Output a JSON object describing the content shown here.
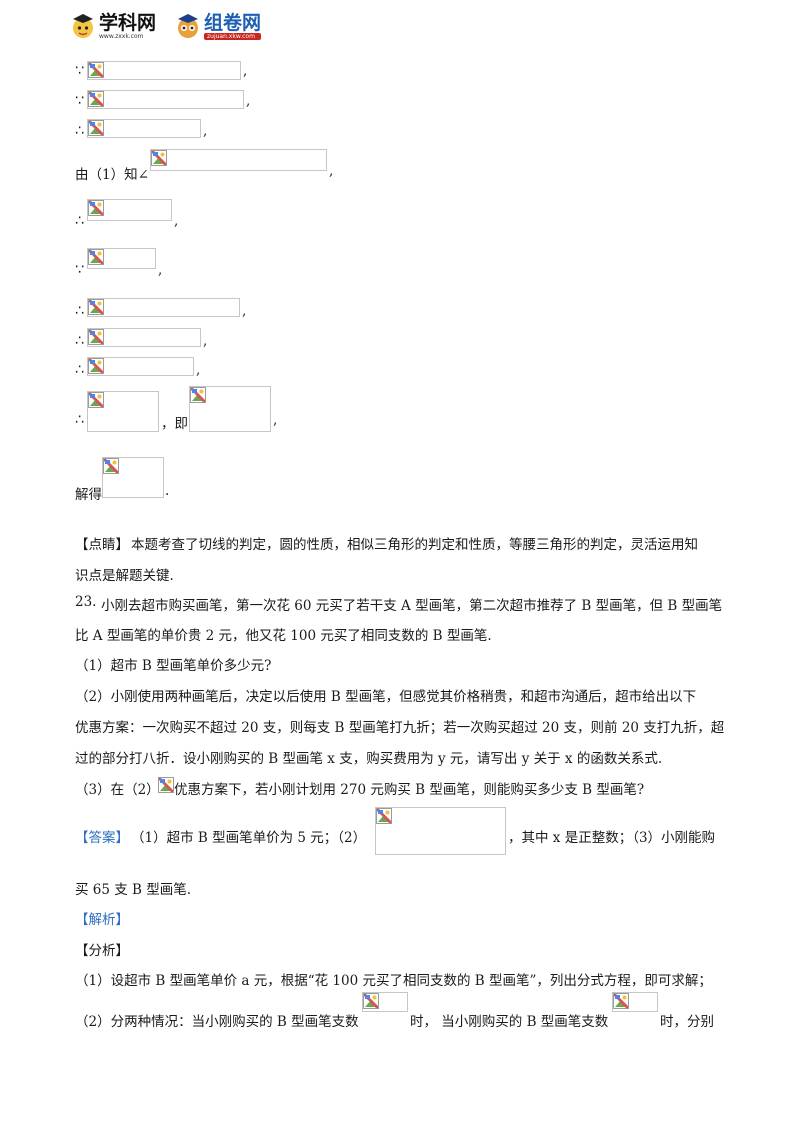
{
  "header": {
    "logo_left": {
      "main": "学科网",
      "sub": "www.zxxk.com"
    },
    "logo_right": {
      "main": "组卷网",
      "sub": "zujuan.xkw.com"
    }
  },
  "proof_lines": [
    {
      "symbol": "∵",
      "suffix": ","
    },
    {
      "symbol": "∵",
      "suffix": ","
    },
    {
      "symbol": "∴",
      "suffix": ","
    },
    {
      "prefix": "由（1）知∠",
      "suffix": ","
    },
    {
      "symbol": "∴",
      "suffix": ","
    },
    {
      "symbol": "∵",
      "suffix": ","
    },
    {
      "symbol": "∴",
      "suffix": ","
    },
    {
      "symbol": "∴",
      "suffix": ","
    },
    {
      "symbol": "∴",
      "suffix": ","
    },
    {
      "symbol": "∴",
      "middle": "，即",
      "suffix": ","
    },
    {
      "prefix": "解得",
      "suffix": "."
    }
  ],
  "comment": {
    "label": "【点睛】",
    "line1": "本题考查了切线的判定，圆的性质，相似三角形的判定和性质，等腰三角形的判定，灵活运用知",
    "line2": "识点是解题关键."
  },
  "question": {
    "number": "23.",
    "line1": "小刚去超市购买画笔，第一次花 60 元买了若干支 A 型画笔，第二次超市推荐了 B 型画笔，但 B 型画笔",
    "line2": "比 A 型画笔的单价贵 2 元，他又花 100 元买了相同支数的 B 型画笔.",
    "part1": "（1）超市 B 型画笔单价多少元?",
    "part2_line1": "（2）小刚使用两种画笔后，决定以后使用 B 型画笔，但感觉其价格稍贵，和超市沟通后，超市给出以下",
    "part2_line2": "优惠方案：一次购买不超过 20 支，则每支 B 型画笔打九折；若一次购买超过 20 支，则前 20 支打九折，超",
    "part2_line3": "过的部分打八折．设小刚购买的 B 型画笔 x 支，购买费用为 y 元，请写出 y 关于 x 的函数关系式.",
    "part3_prefix": "（3）在（2）",
    "part3_suffix": "优惠方案下，若小刚计划用 270 元购买 B 型画笔，则能购买多少支 B 型画笔?"
  },
  "answer": {
    "label": "【答案】",
    "part_a": "（1）超市 B 型画笔单价为 5 元；（2）",
    "part_b": "，其中 x 是正整数；（3）小刚能购",
    "line2": "买 65 支 B 型画笔."
  },
  "analysis": {
    "label": "【解析】",
    "sub_label": "【分析】",
    "line1": "（1）设超市 B 型画笔单价 a 元，根据“花 100 元买了相同支数的 B 型画笔”，列出分式方程，即可求解；",
    "line2_a": "（2）分两种情况：当小刚购买的 B 型画笔支数",
    "line2_b": "时，  当小刚购买的 B 型画笔支数",
    "line2_c": "时，分别"
  },
  "colors": {
    "accent_blue": "#2f6fc0",
    "logo_red": "#c8261e"
  }
}
